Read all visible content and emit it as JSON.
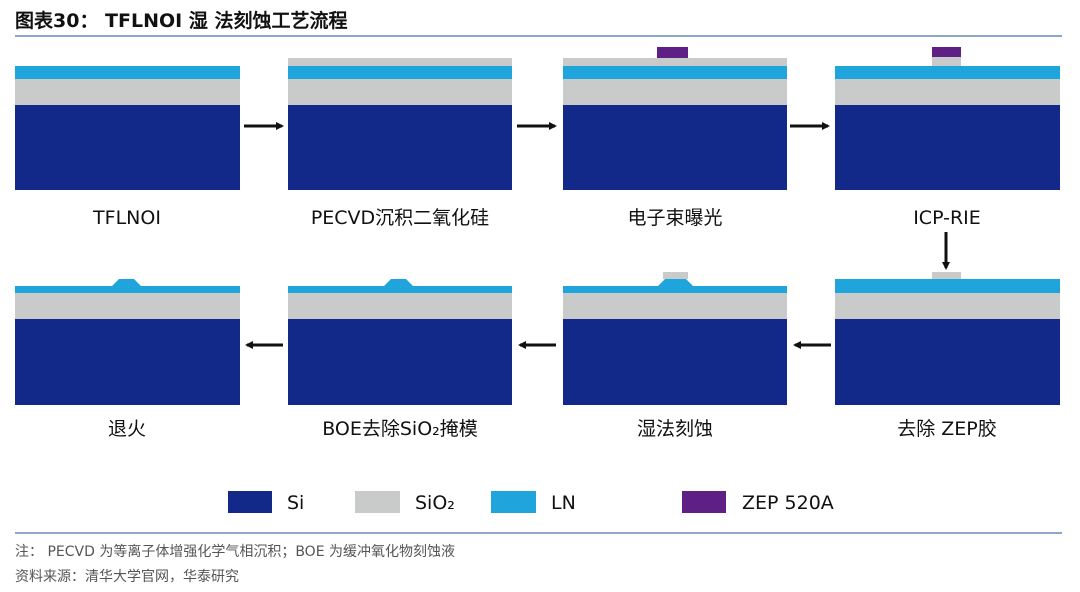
{
  "title": "图表30：  TFLNOI 湿 法刻蚀工艺流程",
  "colors": {
    "si": "#13298a",
    "sio2": "#c9cbca",
    "ln": "#1fa4dc",
    "zep": "#5f2086",
    "rule": "#8ea6c8"
  },
  "steps": [
    {
      "label": "TFLNOI"
    },
    {
      "label": "PECVD沉积二氧化硅"
    },
    {
      "label": "电子束曝光"
    },
    {
      "label": "ICP-RIE"
    },
    {
      "label": "去除 ZEP胶"
    },
    {
      "label": "湿法刻蚀"
    },
    {
      "label": "BOE去除SiO₂掩模"
    },
    {
      "label": "退火"
    }
  ],
  "legend": [
    {
      "label": "Si"
    },
    {
      "label": "SiO₂"
    },
    {
      "label": "LN"
    },
    {
      "label": "ZEP 520A"
    }
  ],
  "notes": {
    "note": "注： PECVD 为等离子体增强化学气相沉积；BOE 为缓冲氧化物刻蚀液",
    "source": "资料来源：清华大学官网，华泰研究"
  }
}
